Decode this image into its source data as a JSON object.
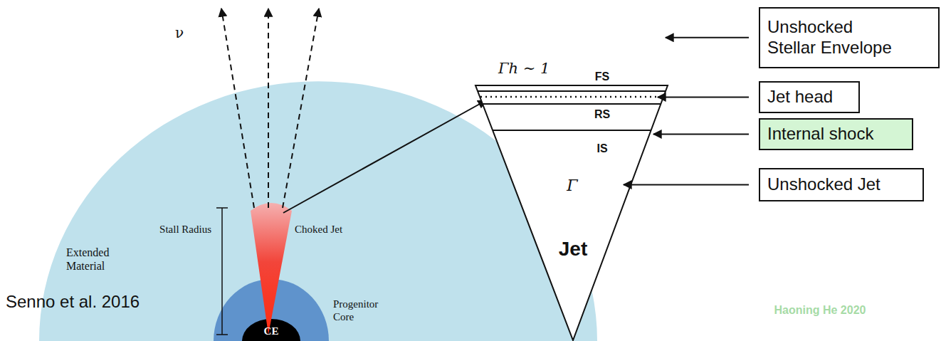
{
  "diagram": {
    "nodes": [
      {
        "text": [
          "Unshocked Stellar Envelope"
        ]
      },
      {
        "text": [
          "Jet head"
        ]
      },
      {
        "text": [
          "Internal shock"
        ]
      },
      {
        "text": [
          "Unshocked Jet"
        ]
      }
    ],
    "labels": [
      "ν",
      "Γh ∼ 1",
      "FS",
      "RS",
      "IS",
      "Stall Radius",
      "Choked Jet",
      "Γ",
      "Extended Material",
      "Jet",
      "Senno et al. 2016",
      "Progenitor Core",
      "Haoning He 2020",
      "CE"
    ]
  }
}
